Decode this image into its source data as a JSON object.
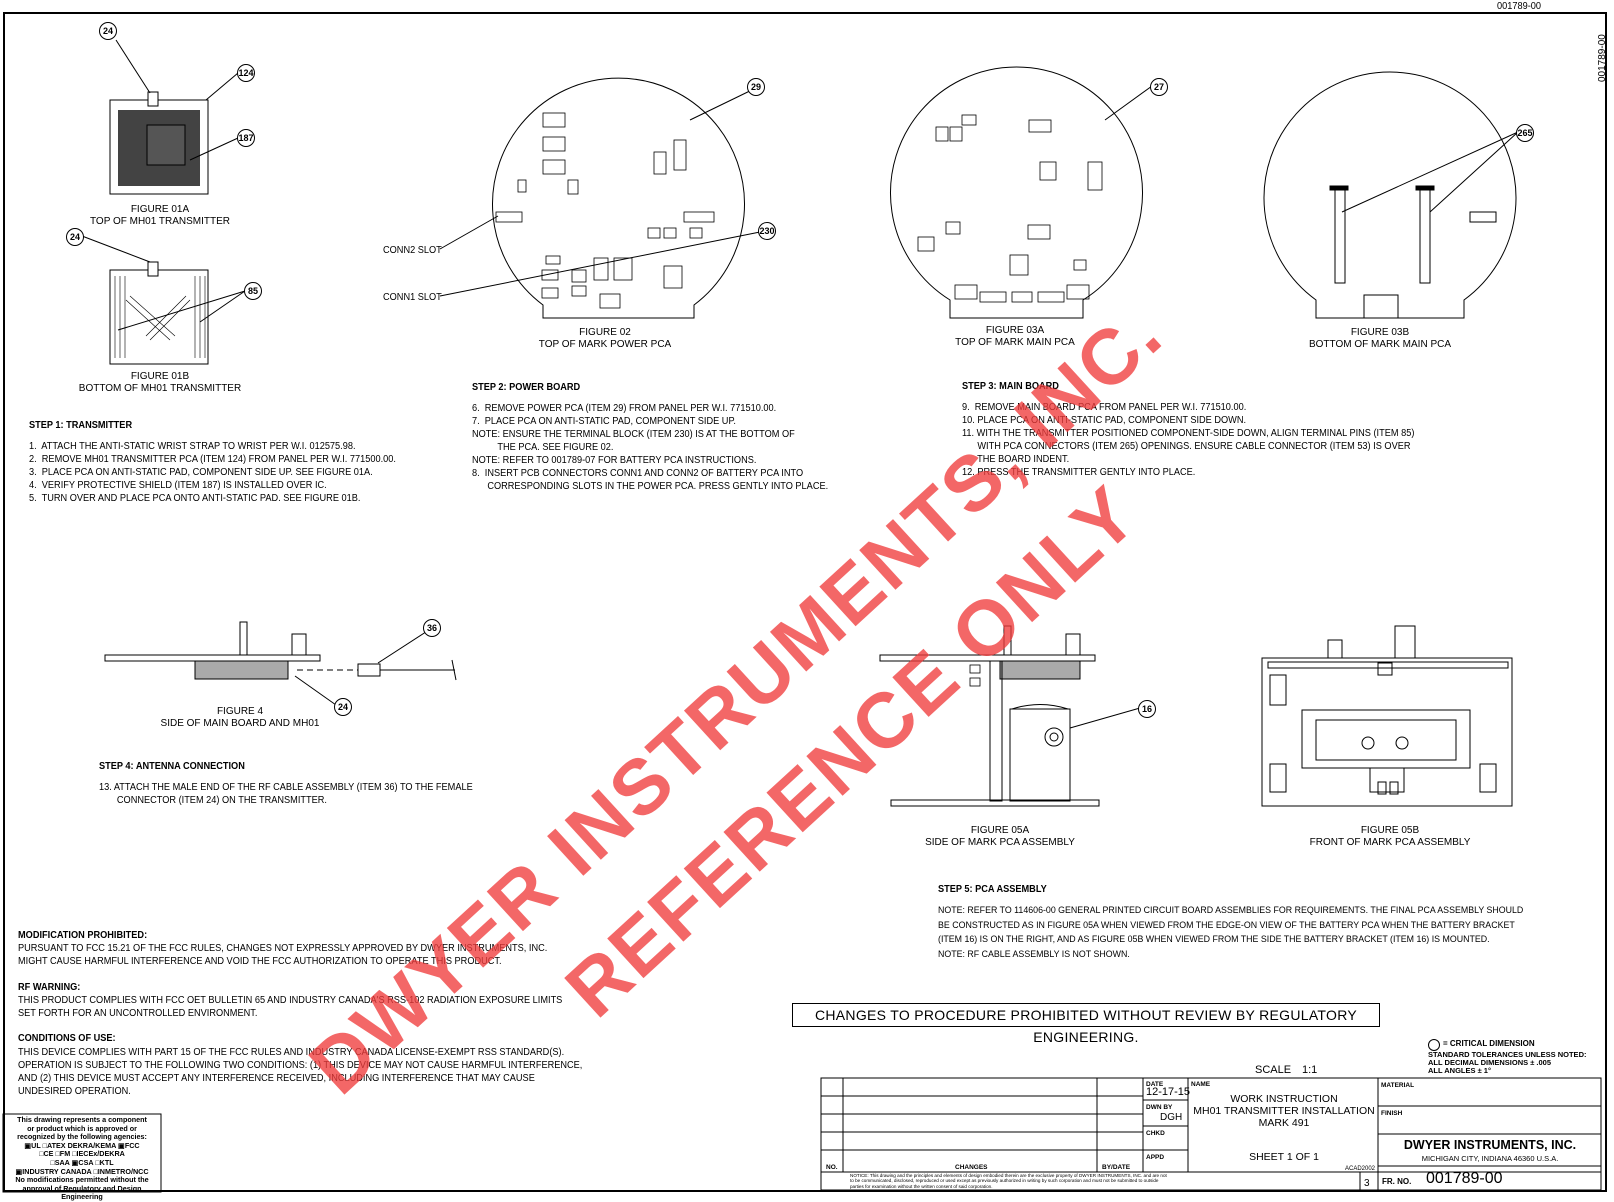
{
  "doc_number_top": "001789-00",
  "doc_number_side": "001789-00",
  "figures": {
    "f01a": "FIGURE 01A\nTOP OF MH01 TRANSMITTER",
    "f01b": "FIGURE 01B\nBOTTOM OF MH01 TRANSMITTER",
    "f02": "FIGURE 02\nTOP OF MARK POWER PCA",
    "f03a": "FIGURE 03A\nTOP OF MARK MAIN PCA",
    "f03b": "FIGURE 03B\nBOTTOM OF MARK MAIN PCA",
    "f4": "FIGURE 4\nSIDE OF MAIN BOARD AND MH01",
    "f05a": "FIGURE 05A\nSIDE OF MARK PCA ASSEMBLY",
    "f05b": "FIGURE 05B\nFRONT OF MARK PCA ASSEMBLY"
  },
  "labels": {
    "conn2_slot": "CONN2 SLOT",
    "conn1_slot": "CONN1 SLOT"
  },
  "balloons": {
    "b24a": "24",
    "b124": "124",
    "b187": "187",
    "b24b": "24",
    "b85": "85",
    "b29": "29",
    "b230": "230",
    "b27": "27",
    "b265": "265",
    "b36": "36",
    "b24c": "24",
    "b16": "16"
  },
  "steps": {
    "step1_title": "STEP 1: TRANSMITTER",
    "step1_body": "1.  ATTACH THE ANTI-STATIC WRIST STRAP TO WRIST PER W.I. 012575.98.\n2.  REMOVE MH01 TRANSMITTER PCA (ITEM 124) FROM PANEL PER W.I. 771500.00.\n3.  PLACE PCA ON ANTI-STATIC PAD, COMPONENT SIDE UP. SEE FIGURE 01A.\n4.  VERIFY PROTECTIVE SHIELD (ITEM 187) IS INSTALLED OVER IC.\n5.  TURN OVER AND PLACE PCA ONTO ANTI-STATIC PAD. SEE FIGURE 01B.",
    "step2_title": "STEP 2: POWER BOARD",
    "step2_body": "6.  REMOVE POWER PCA (ITEM 29) FROM PANEL PER W.I. 771510.00.\n7.  PLACE PCA ON ANTI-STATIC PAD, COMPONENT SIDE UP.\nNOTE: ENSURE THE TERMINAL BLOCK (ITEM 230) IS AT THE BOTTOM OF\n          THE PCA. SEE FIGURE 02.\nNOTE: REFER TO 001789-07 FOR BATTERY PCA INSTRUCTIONS.\n8.  INSERT PCB CONNECTORS CONN1 AND CONN2 OF BATTERY PCA INTO\n      CORRESPONDING SLOTS IN THE POWER PCA. PRESS GENTLY INTO PLACE.",
    "step3_title": "STEP 3: MAIN BOARD",
    "step3_body": "9.  REMOVE MAIN BOARD PCA FROM PANEL PER W.I. 771510.00.\n10. PLACE PCA ON ANTI-STATIC PAD, COMPONENT SIDE DOWN.\n11. WITH THE TRANSMITTER POSITIONED COMPONENT-SIDE DOWN, ALIGN TERMINAL PINS (ITEM 85)\n      WITH PCA CONNECTORS (ITEM 265) OPENINGS. ENSURE CABLE CONNECTOR (ITEM 53) IS OVER\n      THE BOARD INDENT.\n12. PRESS THE TRANSMITTER GENTLY INTO PLACE.",
    "step4_title": "STEP 4: ANTENNA CONNECTION",
    "step4_body": "13. ATTACH THE MALE END OF THE RF CABLE ASSEMBLY (ITEM 36) TO THE FEMALE\n       CONNECTOR (ITEM 24) ON THE TRANSMITTER.",
    "step5_title": "STEP 5: PCA ASSEMBLY",
    "step5_body": "NOTE: REFER TO 114606-00 GENERAL PRINTED CIRCUIT BOARD ASSEMBLIES FOR REQUIREMENTS. THE FINAL PCA ASSEMBLY SHOULD\nBE CONSTRUCTED AS IN FIGURE 05A WHEN VIEWED FROM THE EDGE-ON VIEW OF THE BATTERY PCA WHEN THE BATTERY BRACKET\n(ITEM 16) IS ON THE RIGHT, AND AS FIGURE 05B WHEN VIEWED FROM THE SIDE THE BATTERY BRACKET (ITEM 16) IS MOUNTED.\nNOTE: RF CABLE ASSEMBLY IS NOT SHOWN."
  },
  "regulatory": {
    "mod_title": "MODIFICATION PROHIBITED:",
    "mod_body": "PURSUANT TO FCC 15.21 OF THE FCC RULES, CHANGES NOT EXPRESSLY APPROVED BY DWYER INSTRUMENTS, INC.\nMIGHT CAUSE HARMFUL INTERFERENCE AND VOID THE FCC AUTHORIZATION TO OPERATE THIS PRODUCT.",
    "rf_title": "RF WARNING:",
    "rf_body": "THIS PRODUCT COMPLIES WITH FCC OET BULLETIN 65 AND INDUSTRY CANADA'S RSS-102 RADIATION EXPOSURE LIMITS\nSET FORTH FOR AN UNCONTROLLED ENVIRONMENT.",
    "cond_title": "CONDITIONS OF USE:",
    "cond_body": "THIS DEVICE COMPLIES WITH PART 15 OF THE FCC RULES AND INDUSTRY CANADA LICENSE-EXEMPT RSS STANDARD(S).\nOPERATION IS SUBJECT TO THE FOLLOWING TWO CONDITIONS: (1) THIS DEVICE MAY NOT CAUSE HARMFUL INTERFERENCE,\nAND (2) THIS DEVICE MUST ACCEPT ANY INTERFERENCE RECEIVED, INCLUDING INTERFERENCE THAT MAY CAUSE\nUNDESIRED OPERATION."
  },
  "agency_box": {
    "line1": "This drawing represents a component",
    "line2": "or product which is approved or",
    "line3": "recognized by the following agencies:",
    "line4": "▣UL  □ATEX DEKRA/KEMA  ▣FCC",
    "line5": "□CE  □FM  □IECEx/DEKRA",
    "line6": "□SAA  ▣CSA  □KTL",
    "line7": "▣INDUSTRY CANADA □INMETRO/NCC",
    "line8": "No modifications permitted without the",
    "line9": "approval of Regulatory and Design Engineering"
  },
  "notice_banner": "CHANGES TO PROCEDURE PROHIBITED WITHOUT REVIEW BY REGULATORY ENGINEERING.",
  "tolerances": {
    "critical": "= CRITICAL DIMENSION",
    "line1": "STANDARD TOLERANCES UNLESS NOTED:",
    "line2": "ALL DECIMAL DIMENSIONS ± .005",
    "line3": "ALL ANGLES ± 1°"
  },
  "title_block": {
    "scale_label": "SCALE",
    "scale_value": "1:1",
    "date_label": "DATE",
    "date_value": "12-17-15",
    "dwn_label": "DWN BY",
    "dwn_value": "DGH",
    "chkd_label": "CHKD",
    "appd_label": "APPD",
    "name_label": "NAME",
    "name_line1": "WORK INSTRUCTION",
    "name_line2": "MH01 TRANSMITTER INSTALLATION",
    "name_line3": "MARK 491",
    "sheet": "SHEET 1 OF 1",
    "acad": "ACAD2002",
    "material_label": "MATERIAL",
    "finish_label": "FINISH",
    "company": "DWYER INSTRUMENTS, INC.",
    "address": "MICHIGAN CITY, INDIANA 46360   U.S.A.",
    "fr_no_label": "FR.  NO.",
    "fr_no_value": "001789-00",
    "no_label": "NO.",
    "changes_label": "CHANGES",
    "bydate_label": "BY/DATE",
    "notice": "NOTICE: This drawing and the principles and elements of design embodied therein are the exclusive property of DWYER INSTRUMENTS, INC. and are not\nto be communicated, disclosed, reproduced or used except as previously authorized in writing by such corporation and must not be submitted to outside\nparties for examination without the written consent of said corporation.",
    "rev": "3"
  },
  "watermark": {
    "line1": "DWYER INSTRUMENTS, INC.",
    "line2": "REFERENCE ONLY",
    "color": "#f03c3c"
  }
}
